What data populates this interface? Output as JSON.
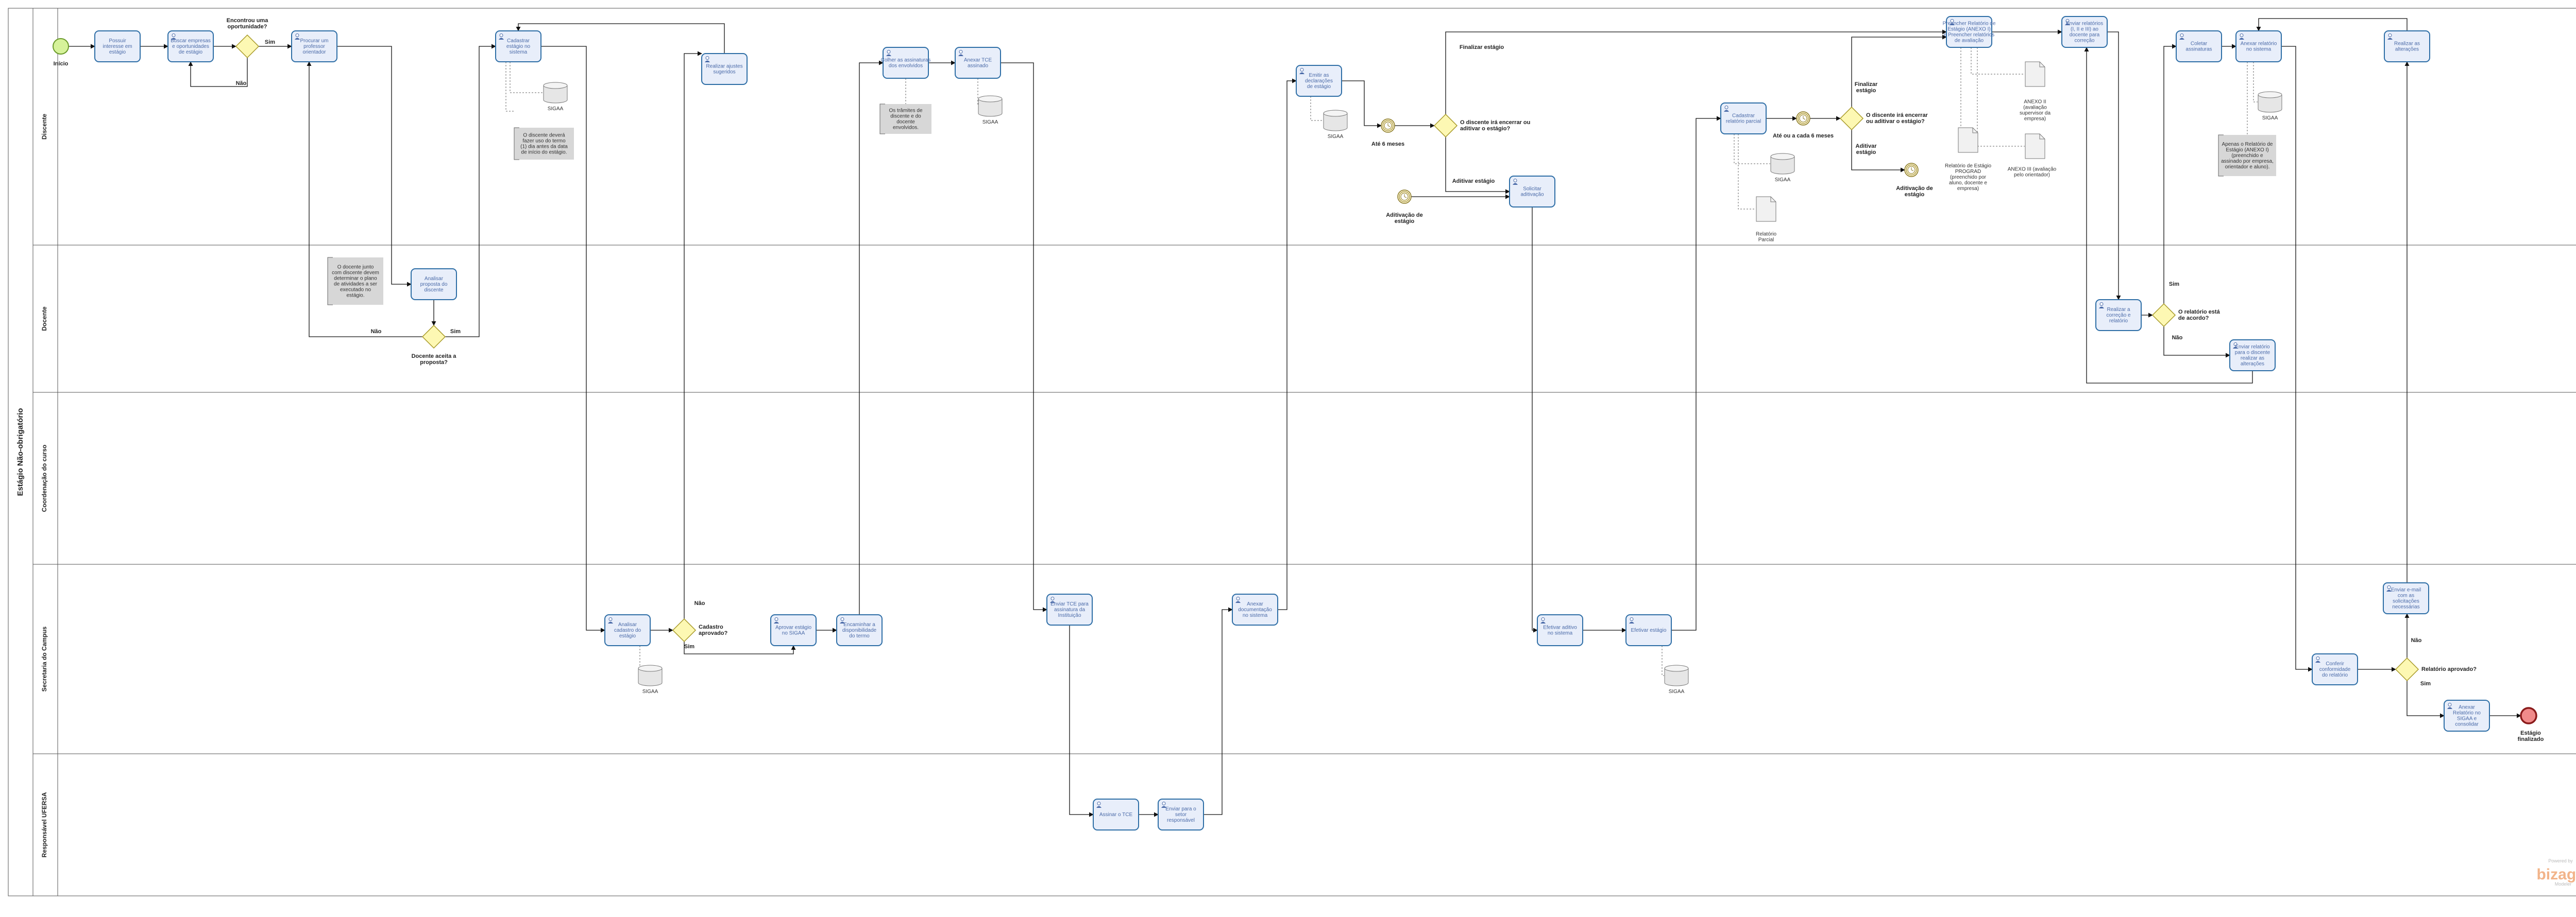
{
  "pool": {
    "name": "Estágio Não-obrigatório"
  },
  "lanes": [
    {
      "name": "Discente"
    },
    {
      "name": "Docente"
    },
    {
      "name": "Coordenação do curso"
    },
    {
      "name": "Secretaria do Campus"
    },
    {
      "name": "Responsável UFERSA"
    }
  ],
  "tasks": [
    {
      "id": "t1",
      "lines": [
        "Possuir",
        "interesse em",
        "estágio"
      ],
      "icon": ""
    },
    {
      "id": "t2",
      "lines": [
        "Buscar empresas",
        "e oportunidades",
        "de estágio"
      ],
      "icon": "user-icon"
    },
    {
      "id": "t3",
      "lines": [
        "Procurar um",
        "professor",
        "orientador"
      ],
      "icon": "user-icon"
    },
    {
      "id": "t4",
      "lines": [
        "Cadastrar",
        "estágio no",
        "sistema"
      ],
      "icon": "user-icon"
    },
    {
      "id": "t5",
      "lines": [
        "Realizar ajustes",
        "sugeridos"
      ],
      "icon": "user-icon"
    },
    {
      "id": "t6",
      "lines": [
        "Colher as assinaturas",
        "dos envolvidos"
      ],
      "icon": "user-icon"
    },
    {
      "id": "t7",
      "lines": [
        "Anexar TCE",
        "assinado"
      ],
      "icon": "user-icon"
    },
    {
      "id": "t8",
      "lines": [
        "Emitir as",
        "declarações",
        "de estágio"
      ],
      "icon": "user-icon"
    },
    {
      "id": "t9",
      "lines": [
        "Solicitar",
        "aditivação"
      ],
      "icon": "user-icon"
    },
    {
      "id": "t10",
      "lines": [
        "Cadastrar",
        "relatório parcial"
      ],
      "icon": "user-icon"
    },
    {
      "id": "t11",
      "lines": [
        "Preencher Relatório de",
        "Estágio (ANEXO I)",
        "e Preencher relatórios",
        "de avaliação"
      ],
      "icon": "user-icon"
    },
    {
      "id": "t12",
      "lines": [
        "Enviar relatórios",
        "(I, II e III) ao",
        "docente para",
        "correção"
      ],
      "icon": "user-icon"
    },
    {
      "id": "t13",
      "lines": [
        "Coletar",
        "assinaturas"
      ],
      "icon": "user-icon"
    },
    {
      "id": "t14",
      "lines": [
        "Anexar relatório",
        "no sistema"
      ],
      "icon": "user-icon"
    },
    {
      "id": "t15",
      "lines": [
        "Realizar as",
        "alterações"
      ],
      "icon": "user-icon"
    },
    {
      "id": "t16",
      "lines": [
        "Analisar",
        "proposta do",
        "discente"
      ],
      "icon": ""
    },
    {
      "id": "t17",
      "lines": [
        "Realizar a",
        "correção e",
        "relatório"
      ],
      "icon": "user-icon"
    },
    {
      "id": "t18",
      "lines": [
        "Enviar relatório",
        "para o discente",
        "realizar as",
        "alterações"
      ],
      "icon": "user-icon"
    },
    {
      "id": "t19",
      "lines": [
        "Analisar",
        "cadastro do",
        "estágio"
      ],
      "icon": "user-icon"
    },
    {
      "id": "t20",
      "lines": [
        "Aprovar estágio",
        "no SIGAA"
      ],
      "icon": "user-icon"
    },
    {
      "id": "t21",
      "lines": [
        "Encaminhar a",
        "disponibilidade",
        "do termo"
      ],
      "icon": "user-icon"
    },
    {
      "id": "t22",
      "lines": [
        "Enviar TCE para",
        "assinatura da",
        "Instituição"
      ],
      "icon": "user-icon"
    },
    {
      "id": "t23",
      "lines": [
        "Anexar",
        "documentação",
        "no sistema"
      ],
      "icon": "user-icon"
    },
    {
      "id": "t24",
      "lines": [
        "Efetivar aditivo",
        "no sistema"
      ],
      "icon": "user-icon"
    },
    {
      "id": "t25",
      "lines": [
        "Efetivar estágio"
      ],
      "icon": "user-icon"
    },
    {
      "id": "t26",
      "lines": [
        "Conferir",
        "conformidade",
        "do relatório"
      ],
      "icon": "user-icon"
    },
    {
      "id": "t27",
      "lines": [
        "Enviar e-mail",
        "com as",
        "solicitações",
        "necessárias"
      ],
      "icon": "user-icon"
    },
    {
      "id": "t28",
      "lines": [
        "Anexar",
        "Relatório no",
        "SIGAA e",
        "consolidar"
      ],
      "icon": "user-icon"
    },
    {
      "id": "t29",
      "lines": [
        "Assinar o TCE"
      ],
      "icon": "user-icon"
    },
    {
      "id": "t30",
      "lines": [
        "Enviar para o",
        "setor",
        "responsável"
      ],
      "icon": "user-icon"
    }
  ],
  "gateways": [
    {
      "id": "g1",
      "label": [
        "Encontrou uma",
        "oportunidade?"
      ]
    },
    {
      "id": "g2",
      "label": [
        "Docente aceita a",
        "proposta?"
      ]
    },
    {
      "id": "g3",
      "label": [
        "Cadastro",
        "aprovado?"
      ]
    },
    {
      "id": "g4",
      "label": [
        "O discente irá encerrar ou",
        "aditivar o estágio?"
      ]
    },
    {
      "id": "g5",
      "label": [
        "O discente irá encerrar",
        "ou aditivar o estágio?"
      ]
    },
    {
      "id": "g6",
      "label": [
        "O relatório está",
        "de acordo?"
      ]
    },
    {
      "id": "g7",
      "label": [
        "Relatório aprovado?"
      ]
    }
  ],
  "events": {
    "start": "Início",
    "timer1": "Até 6 meses",
    "timer2": "Até ou a cada 6 meses",
    "intermediate1": [
      "Aditivação de",
      "estágio"
    ],
    "intermediate2": [
      "Aditivação de",
      "estágio"
    ],
    "end": [
      "Estágio",
      "finalizado"
    ]
  },
  "flow_labels": {
    "sim": "Sim",
    "nao": "Não",
    "finalizar": "Finalizar estágio",
    "finalizar2": [
      "Finalizar",
      "estágio"
    ],
    "aditivar": "Aditivar estágio",
    "aditivar2": [
      "Aditivar",
      "estágio"
    ]
  },
  "annotations": [
    {
      "id": "a1",
      "lines": [
        "O discente deverá",
        "fazer uso do termo",
        "(1) dia antes da data",
        "de início do estágio."
      ]
    },
    {
      "id": "a2",
      "lines": [
        "Os trâmites de",
        "discente e do",
        "docente",
        "envolvidos."
      ]
    },
    {
      "id": "a3",
      "lines": [
        "O docente junto",
        "com discente devem",
        "determinar o plano",
        "de atividades a ser",
        "executado no",
        "estágio."
      ]
    },
    {
      "id": "a4",
      "lines": [
        "Apenas o Relatório de",
        "Estágio (ANEXO I)",
        "(preenchido e",
        "assinado por empresa,",
        "orientador e aluno)."
      ]
    }
  ],
  "datastores": {
    "label": "SIGAA"
  },
  "documents": {
    "parcial": [
      "Relatório",
      "Parcial"
    ],
    "relatorio": [
      "Relatório de Estágio",
      "PROGRAD",
      "(preenchido por",
      "aluno, docente e",
      "empresa)"
    ],
    "anexo2": [
      "ANEXO II",
      "(avaliação",
      "supervisor da",
      "empresa)"
    ],
    "anexo3": [
      "ANEXO III (avaliação",
      "pelo orientador)"
    ]
  },
  "branding": {
    "name": "bizagi",
    "powered": "Powered by",
    "tag": "Modeler"
  },
  "colors": {
    "task_fill": "#e8eefa",
    "task_stroke": "#2e6ea6",
    "task_text": "#4a6aa8",
    "gateway_fill": "#fdf8b3",
    "gateway_stroke": "#a89a2a",
    "start_fill": "#d6f29a",
    "end_fill": "#f08a8a",
    "timer_fill": "#fbf2c7",
    "annotation_fill": "#d7d7d7"
  }
}
